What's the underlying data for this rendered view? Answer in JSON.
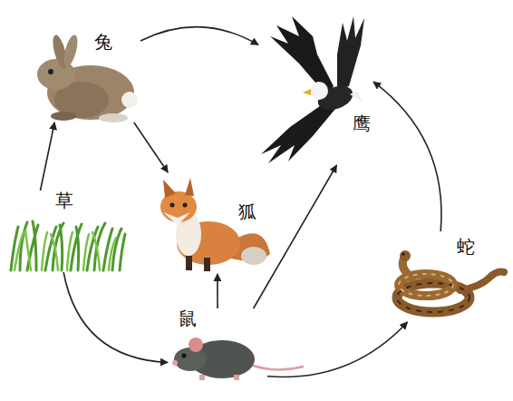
{
  "diagram": {
    "nodes": [
      {
        "text": [
          "兔"
        ]
      },
      {
        "text": [
          "鹰"
        ]
      },
      {
        "text": [
          "狐"
        ]
      },
      {
        "text": [
          "草"
        ]
      },
      {
        "text": [
          "蛇"
        ]
      },
      {
        "text": [
          "鼠"
        ]
      }
    ],
    "edges": [
      {
        "from": 3,
        "to": 0,
        "arrow": "to"
      },
      {
        "from": 3,
        "to": 5,
        "arrow": "to"
      },
      {
        "from": 0,
        "to": 1,
        "arrow": "to"
      },
      {
        "from": 0,
        "to": 2,
        "arrow": "to"
      },
      {
        "from": 5,
        "to": 2,
        "arrow": "to"
      },
      {
        "from": 5,
        "to": 1,
        "arrow": "to"
      },
      {
        "from": 5,
        "to": 4,
        "arrow": "to"
      },
      {
        "from": 4,
        "to": 1,
        "arrow": "to"
      }
    ]
  }
}
